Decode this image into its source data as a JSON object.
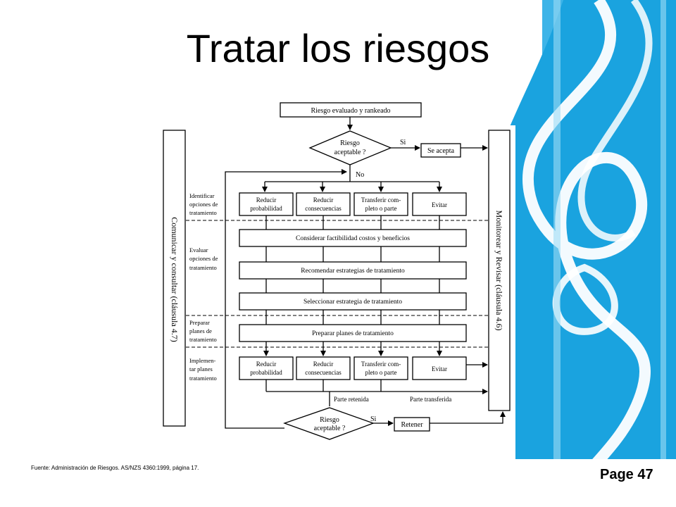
{
  "slide": {
    "title": "Tratar los riesgos",
    "source": "Fuente: Administración de Riesgos. AS/NZS 4360:1999, página 17.",
    "page_label": "Page 47"
  },
  "colors": {
    "accent_blue": "#1aa3df",
    "light_blue": "#9fdcf5",
    "line": "#000000"
  },
  "flowchart": {
    "start": "Riesgo evaluado y rankeado",
    "decision_top": [
      "Riesgo",
      "aceptable ?"
    ],
    "yes": "Si",
    "no": "No",
    "accept": "Se acepta",
    "left_bar": "Comunicar y consultar (cláusula 4.7)",
    "right_bar": "Monitorear y Revisar (cláusula 4.6)",
    "stages": {
      "identify": [
        "Identificar",
        "opciones de",
        "tratamiento"
      ],
      "evaluate": [
        "Evaluar",
        "opciones de",
        "tratamiento"
      ],
      "prepare": [
        "Preparar",
        "planes de",
        "tratamiento"
      ],
      "implement": [
        "Implemen-",
        "tar planes",
        "tratamiento"
      ]
    },
    "options": {
      "reduce_prob": [
        "Reducir",
        "probabilidad"
      ],
      "reduce_cons": [
        "Reducir",
        "consecuencias"
      ],
      "transfer": [
        "Transferir com-",
        "pleto o parte"
      ],
      "avoid": "Evitar"
    },
    "consider": "Considerar factibilidad costos y beneficios",
    "recommend": "Recomendar estrategias de tratamiento",
    "select": "Seleccionar estrategia de tratamiento",
    "plans": "Preparar planes de tratamiento",
    "retained_part": "Parte retenida",
    "transferred_part": "Parte transferida",
    "decision_bottom": [
      "Riesgo",
      "aceptable ?"
    ],
    "retain": "Retener"
  }
}
